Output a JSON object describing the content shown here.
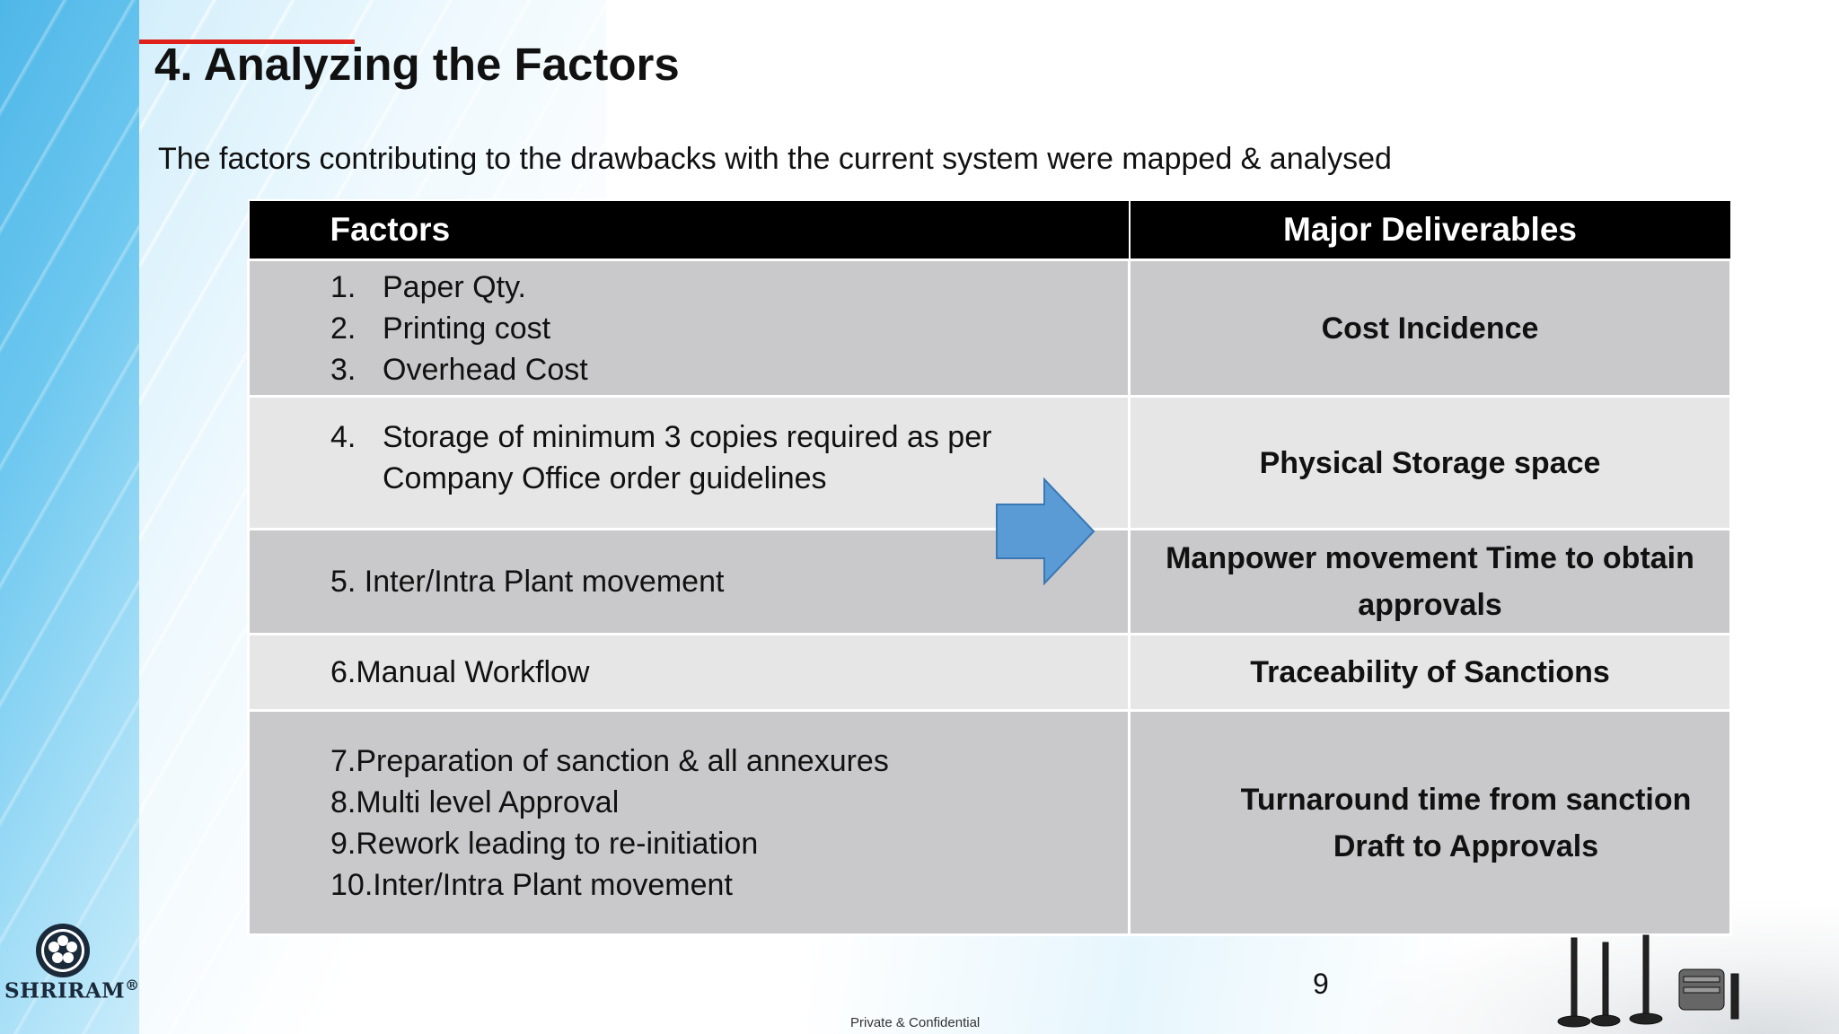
{
  "slide": {
    "title": "4. Analyzing the Factors",
    "subtitle": "The factors contributing to the drawbacks with the current system were mapped & analysed",
    "page_number": "9",
    "footer": "Private & Confidential",
    "logo_text": "SHRIRAM",
    "logo_mark": "®"
  },
  "table": {
    "headers": [
      "Factors",
      "Major Deliverables"
    ],
    "rows": [
      {
        "factors": [
          {
            "n": "1.",
            "text": "Paper Qty."
          },
          {
            "n": "2.",
            "text": "Printing cost"
          },
          {
            "n": "3.",
            "text": "Overhead Cost"
          }
        ],
        "deliverable": "Cost Incidence"
      },
      {
        "factors": [
          {
            "n": "4.",
            "text": "Storage of  minimum 3 copies required as per Company Office order guidelines"
          }
        ],
        "deliverable": "Physical Storage space"
      },
      {
        "factors_text": [
          "5. Inter/Intra Plant movement"
        ],
        "deliverable": "Manpower movement Time to obtain approvals"
      },
      {
        "factors_text": [
          "6.Manual Workflow"
        ],
        "deliverable": "Traceability of Sanctions"
      },
      {
        "factors_text": [
          "7.Preparation of sanction & all annexures",
          "8.Multi level Approval",
          "9.Rework leading to re-initiation",
          "10.Inter/Intra Plant movement"
        ],
        "deliverable": "Turnaround time from sanction Draft to Approvals"
      }
    ]
  },
  "colors": {
    "header_bg": "#000000",
    "row_dark": "#c9c9cb",
    "row_light": "#e6e6e7",
    "accent_red": "#e0201b",
    "arrow_blue": "#5b9bd5"
  },
  "icons": {
    "arrow": "right-arrow-icon",
    "logo": "shriram-logo-icon",
    "valves": "engine-valves-image"
  }
}
